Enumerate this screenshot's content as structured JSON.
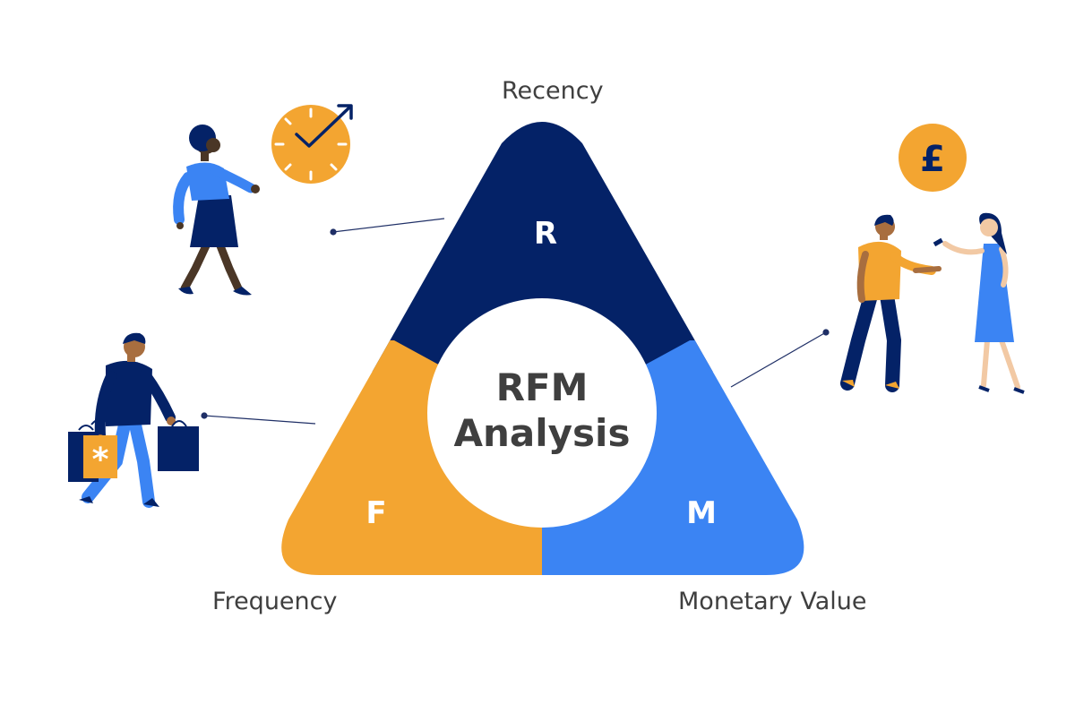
{
  "diagram": {
    "center_title_line1": "RFM",
    "center_title_line2": "Analysis",
    "segments": [
      {
        "letter": "R",
        "label": "Recency",
        "color": "#042267"
      },
      {
        "letter": "F",
        "label": "Frequency",
        "color": "#f3a531"
      },
      {
        "letter": "M",
        "label": "Monetary Value",
        "color": "#3b84f3"
      }
    ],
    "currency_symbol": "£"
  },
  "colors": {
    "navy": "#042267",
    "orange": "#f3a531",
    "blue": "#3b84f3",
    "skin_dark": "#4a3626",
    "skin_mid": "#a86e3f",
    "skin_light": "#f2c9a4",
    "text": "#3f3f3f"
  },
  "icons": [
    "clock-check-icon",
    "pound-coin-icon",
    "shopping-bag-icon"
  ]
}
